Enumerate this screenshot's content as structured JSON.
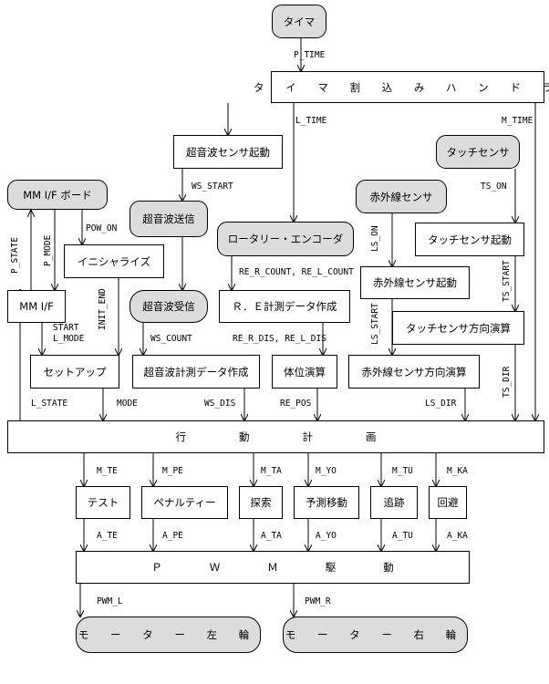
{
  "nodes": {
    "timer": "タイマ",
    "timer_handler": "タ イ マ 割 込 み ハ ン ド ラ",
    "us_sensor_start": "超音波センサ起動",
    "touch_sensor": "タッチセンサ",
    "mm_if_board": "MM I/F ボード",
    "us_send": "超音波送信",
    "ir_sensor": "赤外線センサ",
    "rotary_encoder": "ロータリー・エンコーダ",
    "touch_sensor_start": "タッチセンサ起動",
    "initialize": "イニシャライズ",
    "ir_sensor_start": "赤外線センサ起動",
    "mm_if": "MM I/F",
    "us_receive": "超音波受信",
    "re_data": "Ｒ．Ｅ計測データ作成",
    "touch_direction": "タッチセンサ方向演算",
    "setup": "セットアップ",
    "us_data": "超音波計測データ作成",
    "posture": "体位演算",
    "ir_direction": "赤外線センサ方向演算",
    "action_plan": "行動計画",
    "test": "テスト",
    "penalty": "ペナルティー",
    "search": "探索",
    "predict_move": "予測移動",
    "chase": "追跡",
    "avoid": "回避",
    "pwm_drive": "ＰＷＭ駆動",
    "motor_left": "モ ー タ ー 左 輪",
    "motor_right": "モ ー タ ー 右 輪"
  },
  "signals": {
    "p_time": "P_TIME",
    "l_time": "L_TIME",
    "m_time": "M_TIME",
    "ws_start": "WS_START",
    "ts_on": "TS_ON",
    "pow_on": "POW_ON",
    "p_state": "P_STATE",
    "p_mode": "P_MODE",
    "ls_on": "LS_ON",
    "re_r_count": "RE_R_COUNT, RE_L_COUNT",
    "ts_start": "TS_START",
    "init_end": "INIT_END",
    "ls_start": "LS_START",
    "start_l_mode_1": "START",
    "start_l_mode_2": "L_MODE",
    "ws_count": "WS_COUNT",
    "re_r_dis": "RE_R_DIS, RE_L_DIS",
    "ts_dir": "TS_DIR",
    "l_state": "L_STATE",
    "mode": "MODE",
    "ws_dis": "WS_DIS",
    "re_pos": "RE_POS",
    "ls_dir": "LS_DIR",
    "m_te": "M_TE",
    "m_pe": "M_PE",
    "m_ta": "M_TA",
    "m_yo": "M_YO",
    "m_tu": "M_TU",
    "m_ka": "M_KA",
    "a_te": "A_TE",
    "a_pe": "A_PE",
    "a_ta": "A_TA",
    "a_yo": "A_YO",
    "a_tu": "A_TU",
    "a_ka": "A_KA",
    "pwm_l": "PWM_L",
    "pwm_r": "PWM_R"
  }
}
